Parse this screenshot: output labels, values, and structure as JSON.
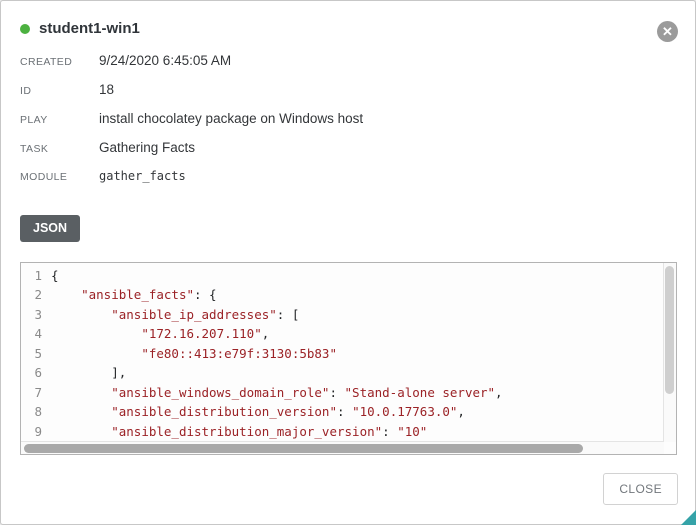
{
  "modal": {
    "title": "student1-win1",
    "close_icon": "✕"
  },
  "details": [
    {
      "label": "CREATED",
      "value": "9/24/2020 6:45:05 AM"
    },
    {
      "label": "ID",
      "value": "18"
    },
    {
      "label": "PLAY",
      "value": "install chocolatey package on Windows host"
    },
    {
      "label": "TASK",
      "value": "Gathering Facts"
    },
    {
      "label": "MODULE",
      "value": "gather_facts"
    }
  ],
  "tabs": {
    "json_label": "JSON"
  },
  "code": {
    "line_numbers": [
      "1",
      "2",
      "3",
      "4",
      "5",
      "6",
      "7",
      "8",
      "9"
    ],
    "lines": [
      "{",
      "    \"ansible_facts\": {",
      "        \"ansible_ip_addresses\": [",
      "            \"172.16.207.110\",",
      "            \"fe80::413:e79f:3130:5b83\"",
      "        ],",
      "        \"ansible_windows_domain_role\": \"Stand-alone server\",",
      "        \"ansible_distribution_version\": \"10.0.17763.0\",",
      "        \"ansible_distribution_major_version\": \"10\""
    ]
  },
  "footer": {
    "close_label": "CLOSE"
  },
  "colors": {
    "status_green": "#4cb140",
    "code_string": "#9b2226",
    "code_punct": "#222426",
    "accent_teal": "#35a3a8"
  }
}
